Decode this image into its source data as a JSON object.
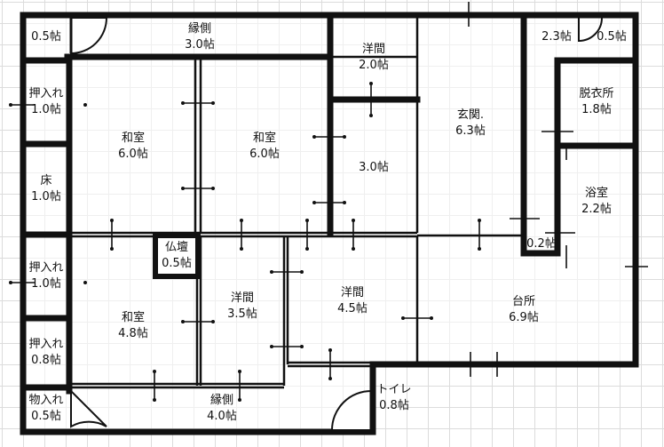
{
  "rooms": {
    "r01": {
      "name": "縁側",
      "size": "3.0帖"
    },
    "r02": {
      "name": "",
      "size": "0.5帖"
    },
    "r03": {
      "name": "洋間",
      "size": "2.0帖"
    },
    "r04": {
      "name": "",
      "size": "2.3帖"
    },
    "r05": {
      "name": "",
      "size": "0.5帖"
    },
    "r06": {
      "name": "押入れ",
      "size": "1.0帖"
    },
    "r07": {
      "name": "和室",
      "size": "6.0帖"
    },
    "r08": {
      "name": "和室",
      "size": "6.0帖"
    },
    "r09": {
      "name": "",
      "size": "3.0帖"
    },
    "r10": {
      "name": "玄関.",
      "size": "6.3帖"
    },
    "r11": {
      "name": "脱衣所",
      "size": "1.8帖"
    },
    "r12": {
      "name": "床",
      "size": "1.0帖"
    },
    "r13": {
      "name": "浴室",
      "size": "2.2帖"
    },
    "r14": {
      "name": "",
      "size": "0.2帖"
    },
    "r15": {
      "name": "仏壇",
      "size": "0.5帖"
    },
    "r16": {
      "name": "押入れ",
      "size": "1.0帖"
    },
    "r17": {
      "name": "洋間",
      "size": "3.5帖"
    },
    "r18": {
      "name": "洋間",
      "size": "4.5帖"
    },
    "r19": {
      "name": "台所",
      "size": "6.9帖"
    },
    "r20": {
      "name": "和室",
      "size": "4.8帖"
    },
    "r21": {
      "name": "押入れ",
      "size": "0.8帖"
    },
    "r22": {
      "name": "物入れ",
      "size": "0.5帖"
    },
    "r23": {
      "name": "縁側",
      "size": "4.0帖"
    },
    "r24": {
      "name": "トイレ",
      "size": "0.8帖"
    }
  }
}
